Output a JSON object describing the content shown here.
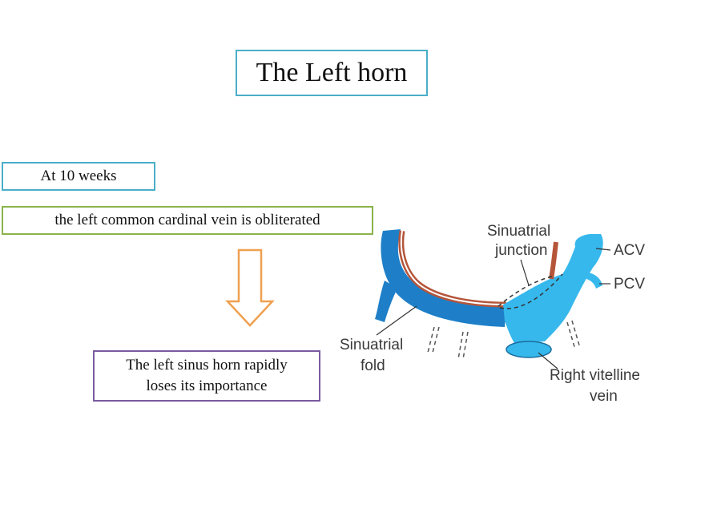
{
  "slide": {
    "title": "The Left horn",
    "stage": "At 10 weeks",
    "event": "the left common cardinal vein is obliterated",
    "result_line1": "The left sinus horn rapidly",
    "result_line2": "loses its importance"
  },
  "diagram": {
    "labels": {
      "sinuatrial_junction_1": "Sinuatrial",
      "sinuatrial_junction_2": "junction",
      "acv": "ACV",
      "pcv": "PCV",
      "sinuatrial_fold_1": "Sinuatrial",
      "sinuatrial_fold_2": "fold",
      "right_vitelline_1": "Right vitelline",
      "right_vitelline_2": "vein"
    }
  },
  "colors": {
    "title_border": "#4aaec8",
    "stage_border": "#4aaec8",
    "event_border": "#8ab34a",
    "result_border": "#7a5aa0",
    "arrow": "#f0a050",
    "left_horn": "#1e7fc8",
    "right_horn": "#36b8ec",
    "cardinal_vein": "#b5553a"
  }
}
